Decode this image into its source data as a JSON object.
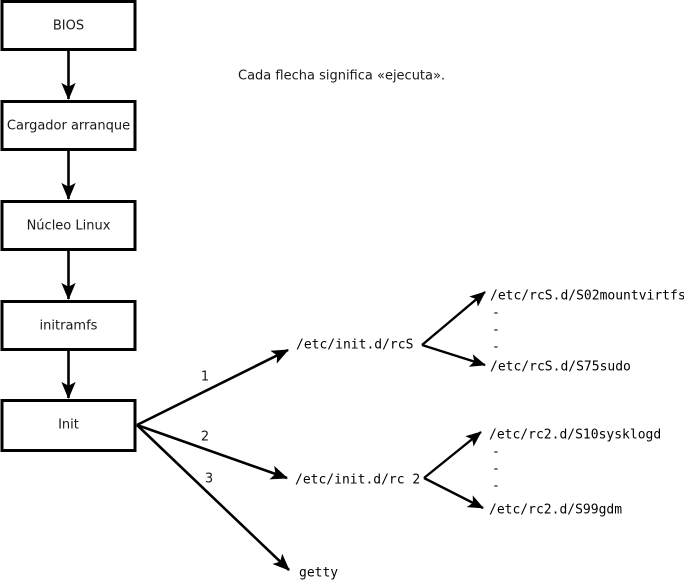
{
  "caption": "Cada flecha significa «ejecuta».",
  "colors": {
    "stroke": "#000000",
    "background": "#ffffff",
    "text": "#1a1a1a"
  },
  "boot_chain": [
    {
      "label": "BIOS"
    },
    {
      "label": "Cargador arranque"
    },
    {
      "label": "Núcleo Linux"
    },
    {
      "label": "initramfs"
    },
    {
      "label": "Init"
    }
  ],
  "init_branches": [
    {
      "number": "1",
      "target": "/etc/init.d/rcS"
    },
    {
      "number": "2",
      "target": "/etc/init.d/rc 2"
    },
    {
      "number": "3",
      "target": "getty"
    }
  ],
  "rcs_scripts": {
    "first": "/etc/rcS.d/S02mountvirtfs",
    "ellipsis": [
      "-",
      "-",
      "-"
    ],
    "last": "/etc/rcS.d/S75sudo"
  },
  "rc2_scripts": {
    "first": "/etc/rc2.d/S10sysklogd",
    "ellipsis": [
      "-",
      "-",
      "-"
    ],
    "last": "/etc/rc2.d/S99gdm"
  }
}
